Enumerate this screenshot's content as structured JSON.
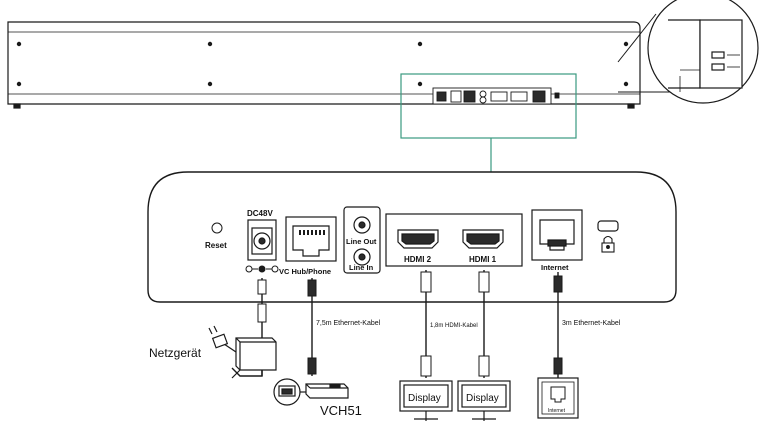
{
  "colors": {
    "line": "#1a1a1a",
    "zoom_box": "#3a9a80",
    "device_fill": "#ffffff",
    "port_fill": "#2b2b2b"
  },
  "port_labels": {
    "reset": "Reset",
    "dc": "DC48V",
    "vc_hub": "VC Hub/Phone",
    "line_out": "Line Out",
    "line_in": "Line In",
    "hdmi2": "HDMI 2",
    "hdmi1": "HDMI 1",
    "internet": "Internet"
  },
  "cable_labels": {
    "ethernet_75": "7,5m Ethernet-Kabel",
    "hdmi_18": "1,8m HDMI-Kabel",
    "ethernet_3": "3m Ethernet-Kabel"
  },
  "device_labels": {
    "power_supply": "Netzgerät",
    "vch51": "VCH51",
    "display_a": "Display",
    "display_b": "Display",
    "internet_box": "Internet"
  },
  "icons": [
    "dc-polarity-icon",
    "lock-icon",
    "power-plug-icon",
    "ethernet-jack-icon",
    "hdmi-port-icon",
    "audio-jack-icon"
  ]
}
